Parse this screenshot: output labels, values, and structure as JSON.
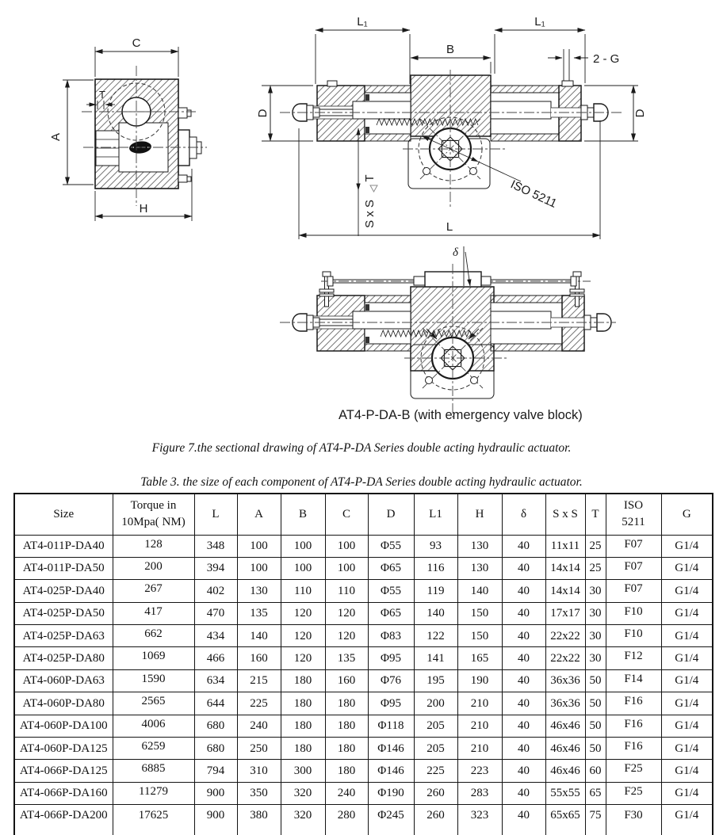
{
  "captions": {
    "valve_drawing": "AT4-P-DA-B (with emergency valve block)",
    "figure": "Figure 7.the sectional drawing of AT4-P-DA Series double acting hydraulic actuator.",
    "table": "Table 3. the size of each component of AT4-P-DA Series double acting hydraulic actuator."
  },
  "drawings": {
    "end_view": {
      "dim_c": "C",
      "dim_a": "A",
      "dim_h": "H",
      "dim_t": "T"
    },
    "side_view": {
      "dim_l1_left": "L₁",
      "dim_b": "B",
      "dim_l1_right": "L₁",
      "dim_2g": "2 - G",
      "dim_d_left": "D",
      "dim_d_right": "D",
      "dim_l": "L",
      "dim_t": "T",
      "dim_sxs": "S x S",
      "iso_label": "ISO 5211"
    },
    "valve_view": {
      "dim_delta": "δ"
    }
  },
  "table": {
    "headers": {
      "size": "Size",
      "torque1": "Torque in",
      "torque2": "10Mpa( NM)",
      "l": "L",
      "a": "A",
      "b": "B",
      "c": "C",
      "d": "D",
      "l1": "L1",
      "h": "H",
      "delta": "δ",
      "sxs": "S x S",
      "t": "T",
      "iso1": "ISO",
      "iso2": "5211",
      "g": "G"
    },
    "rows": [
      [
        "AT4-011P-DA40",
        "128",
        "348",
        "100",
        "100",
        "100",
        "Φ55",
        "93",
        "130",
        "40",
        "11x11",
        "25",
        "F07",
        "G1/4"
      ],
      [
        "AT4-011P-DA50",
        "200",
        "394",
        "100",
        "100",
        "100",
        "Φ65",
        "116",
        "130",
        "40",
        "14x14",
        "25",
        "F07",
        "G1/4"
      ],
      [
        "AT4-025P-DA40",
        "267",
        "402",
        "130",
        "110",
        "110",
        "Φ55",
        "119",
        "140",
        "40",
        "14x14",
        "30",
        "F07",
        "G1/4"
      ],
      [
        "AT4-025P-DA50",
        "417",
        "470",
        "135",
        "120",
        "120",
        "Φ65",
        "140",
        "150",
        "40",
        "17x17",
        "30",
        "F10",
        "G1/4"
      ],
      [
        "AT4-025P-DA63",
        "662",
        "434",
        "140",
        "120",
        "120",
        "Φ83",
        "122",
        "150",
        "40",
        "22x22",
        "30",
        "F10",
        "G1/4"
      ],
      [
        "AT4-025P-DA80",
        "1069",
        "466",
        "160",
        "120",
        "135",
        "Φ95",
        "141",
        "165",
        "40",
        "22x22",
        "30",
        "F12",
        "G1/4"
      ],
      [
        "AT4-060P-DA63",
        "1590",
        "634",
        "215",
        "180",
        "160",
        "Φ76",
        "195",
        "190",
        "40",
        "36x36",
        "50",
        "F14",
        "G1/4"
      ],
      [
        "AT4-060P-DA80",
        "2565",
        "644",
        "225",
        "180",
        "180",
        "Φ95",
        "200",
        "210",
        "40",
        "36x36",
        "50",
        "F16",
        "G1/4"
      ],
      [
        "AT4-060P-DA100",
        "4006",
        "680",
        "240",
        "180",
        "180",
        "Φ118",
        "205",
        "210",
        "40",
        "46x46",
        "50",
        "F16",
        "G1/4"
      ],
      [
        "AT4-060P-DA125",
        "6259",
        "680",
        "250",
        "180",
        "180",
        "Φ146",
        "205",
        "210",
        "40",
        "46x46",
        "50",
        "F16",
        "G1/4"
      ],
      [
        "AT4-066P-DA125",
        "6885",
        "794",
        "310",
        "300",
        "180",
        "Φ146",
        "225",
        "223",
        "40",
        "46x46",
        "60",
        "F25",
        "G1/4"
      ],
      [
        "AT4-066P-DA160",
        "11279",
        "900",
        "350",
        "320",
        "240",
        "Φ190",
        "260",
        "283",
        "40",
        "55x55",
        "65",
        "F25",
        "G1/4"
      ],
      [
        "AT4-066P-DA200",
        "17625",
        "900",
        "380",
        "320",
        "280",
        "Φ245",
        "260",
        "323",
        "40",
        "65x65",
        "75",
        "F30",
        "G1/4"
      ]
    ]
  }
}
